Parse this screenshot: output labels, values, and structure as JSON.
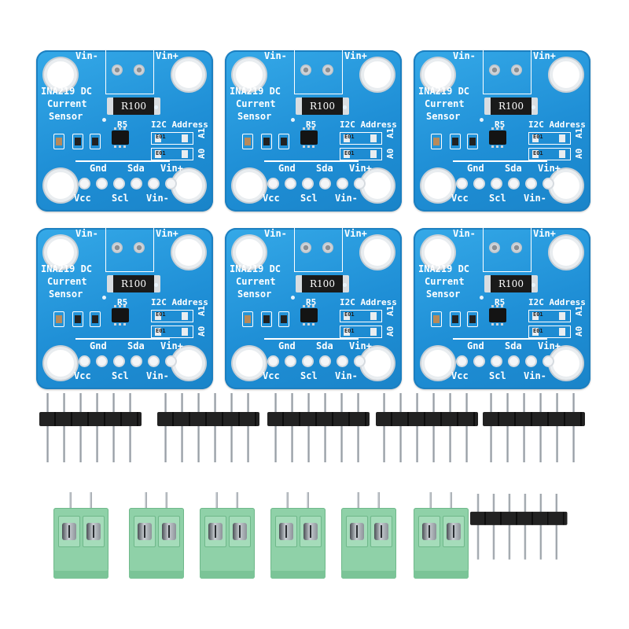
{
  "photo": {
    "background": "#ffffff",
    "board_color": "#2596dc",
    "terminal_color": "#8fd1a8",
    "header_color": "#151515"
  },
  "board": {
    "label_vin_minus_top": "Vin-",
    "label_vin_plus_top": "Vin+",
    "title_line1": "INA219 DC",
    "title_line2": "Current",
    "title_line3": "Sensor",
    "resistor_marking": "R100",
    "chip_label": "R5",
    "i2c_label": "I2C Address",
    "jumper_marking": "E01",
    "a0_label": "A0",
    "a1_label": "A1",
    "pin_gnd": "Gnd",
    "pin_sda": "Sda",
    "pin_vin_plus": "Vin+",
    "pin_vcc": "Vcc",
    "pin_scl": "Scl",
    "pin_vin_minus": "Vin-"
  },
  "counts": {
    "boards": 6,
    "pin_headers": 6,
    "terminal_blocks": 6
  }
}
